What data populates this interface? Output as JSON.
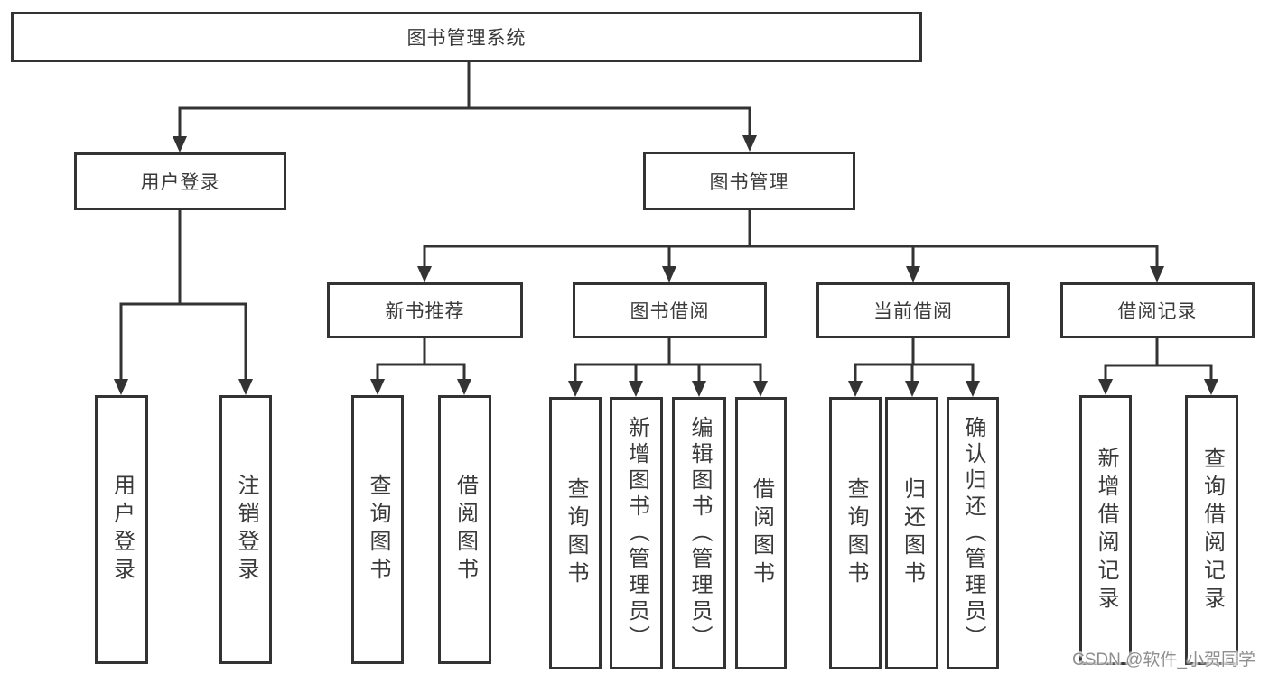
{
  "diagram": {
    "root": {
      "label": "图书管理系统",
      "children": [
        {
          "label": "用户登录",
          "children": [
            {
              "label": "用户登录"
            },
            {
              "label": "注销登录"
            }
          ]
        },
        {
          "label": "图书管理",
          "children": [
            {
              "label": "新书推荐",
              "children": [
                {
                  "label": "查询图书"
                },
                {
                  "label": "借阅图书"
                }
              ]
            },
            {
              "label": "图书借阅",
              "children": [
                {
                  "label": "查询图书"
                },
                {
                  "label": "新增图书（管理员）"
                },
                {
                  "label": "编辑图书（管理员）"
                },
                {
                  "label": "借阅图书"
                }
              ]
            },
            {
              "label": "当前借阅",
              "children": [
                {
                  "label": "查询图书"
                },
                {
                  "label": "归还图书"
                },
                {
                  "label": "确认归还（管理员）"
                }
              ]
            },
            {
              "label": "借阅记录",
              "children": [
                {
                  "label": "新增借阅记录"
                },
                {
                  "label": "查询借阅记录"
                }
              ]
            }
          ]
        }
      ]
    },
    "colors": {
      "line": "#333333",
      "box_border": "#333333",
      "text": "#3a3a3a",
      "watermark": "#8f8f8f",
      "background": "#ffffff"
    }
  },
  "watermark": {
    "text": "CSDN @软件_小贺同学"
  }
}
